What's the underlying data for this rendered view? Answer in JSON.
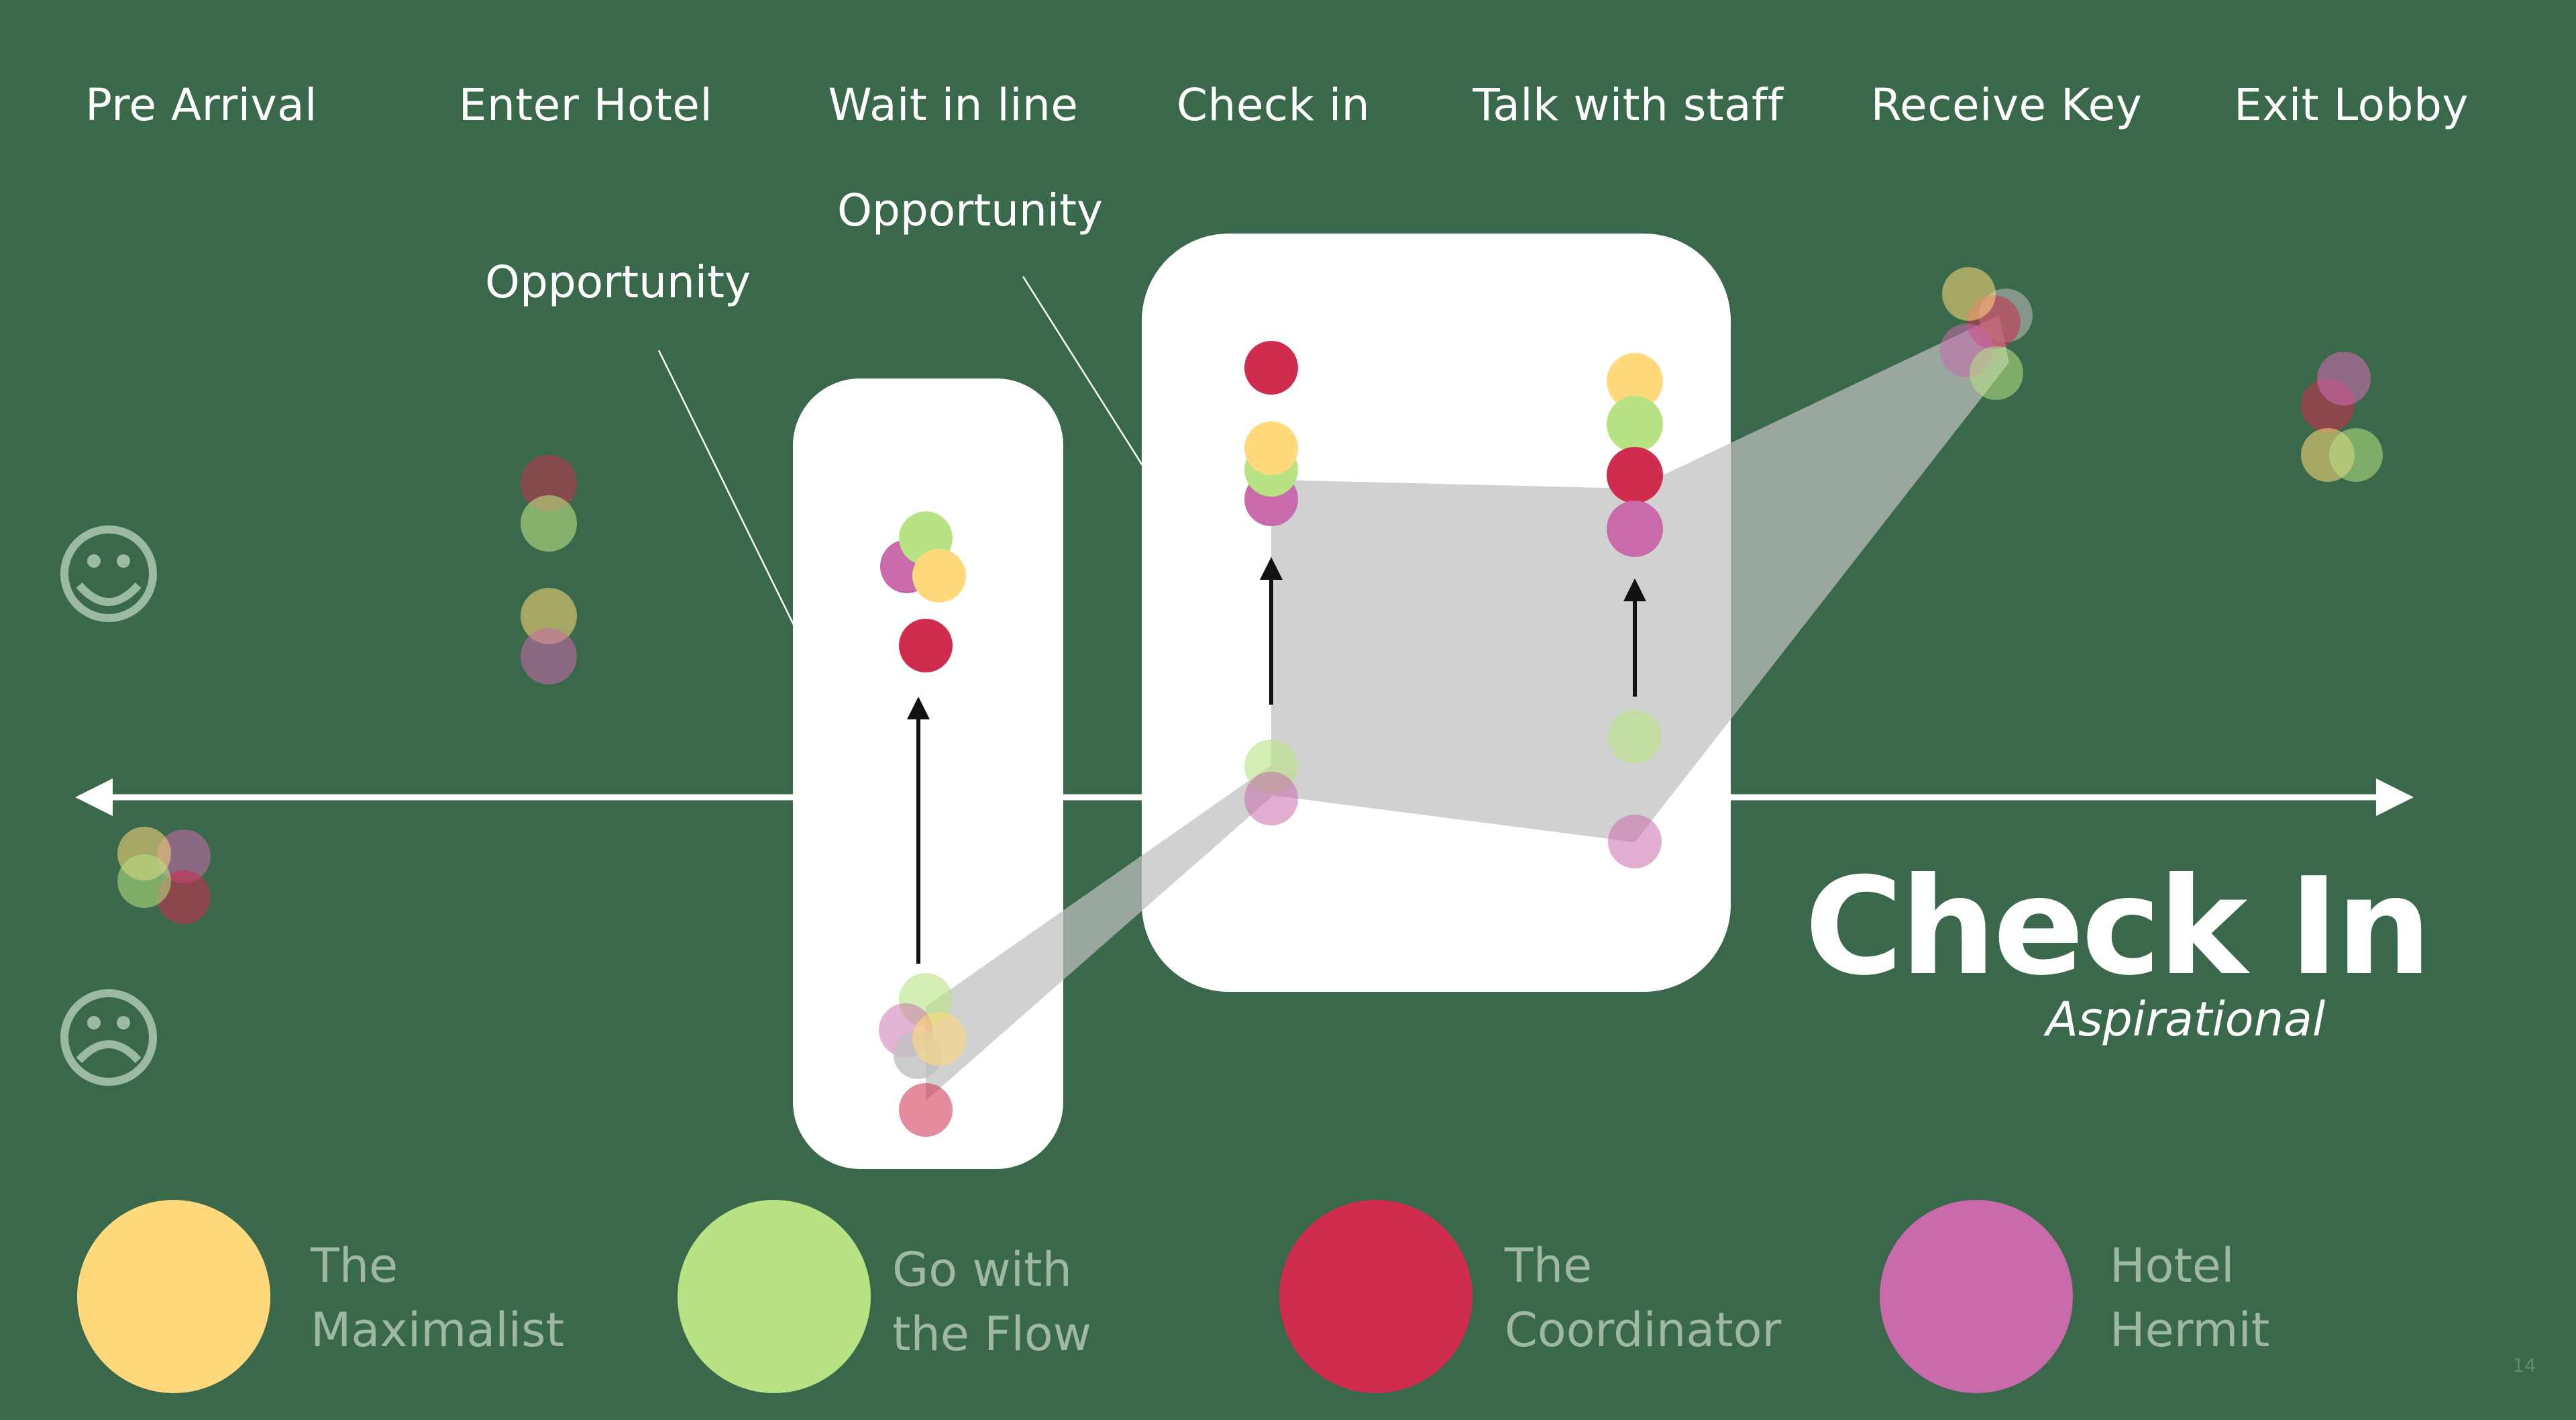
{
  "stages": [
    "Pre Arrival",
    "Enter Hotel",
    "Wait in line",
    "Check in",
    "Talk with staff",
    "Receive Key",
    "Exit Lobby"
  ],
  "opportunities": [
    "Opportunity",
    "Opportunity"
  ],
  "title": "Check In",
  "subtitle": "Aspirational",
  "personas": [
    {
      "line1": "The",
      "line2": "Maximalist",
      "color": "#ffd97c"
    },
    {
      "line1": "Go with",
      "line2": "the Flow",
      "color": "#b8e384"
    },
    {
      "line1": "The",
      "line2": "Coordinator",
      "color": "#cf2c4e"
    },
    {
      "line1": "Hotel",
      "line2": "Hermit",
      "color": "#c96aab"
    }
  ],
  "icons": [
    "smile-face-icon",
    "frown-face-icon",
    "arrow-left-icon",
    "arrow-right-icon",
    "arrow-up-icon"
  ],
  "page_number": "14"
}
